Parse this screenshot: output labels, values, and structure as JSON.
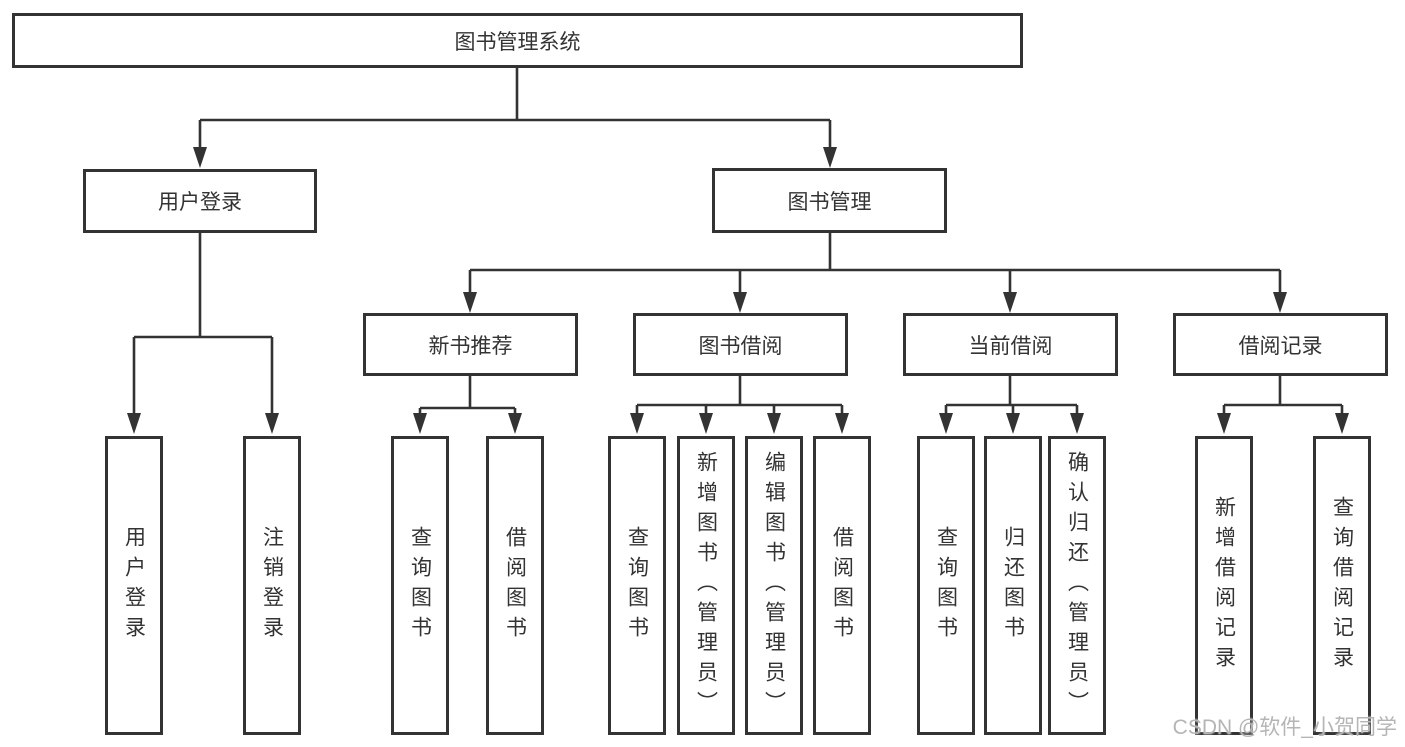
{
  "diagram": {
    "type": "hierarchy-tree",
    "watermark": "CSDN @软件_小贺同学",
    "colors": {
      "line_color": "#333333",
      "box_background": "#ffffff",
      "text_color": "#333333",
      "watermark_color": "#b5b5b5",
      "page_background": "#ffffff"
    },
    "root": {
      "label": "图书管理系统"
    },
    "level2": [
      {
        "label": "用户登录"
      },
      {
        "label": "图书管理"
      }
    ],
    "level3": [
      {
        "label": "新书推荐",
        "parent": "图书管理"
      },
      {
        "label": "图书借阅",
        "parent": "图书管理"
      },
      {
        "label": "当前借阅",
        "parent": "图书管理"
      },
      {
        "label": "借阅记录",
        "parent": "图书管理"
      }
    ],
    "leaves": [
      {
        "label": "用户登录",
        "parent": "用户登录"
      },
      {
        "label": "注销登录",
        "parent": "用户登录"
      },
      {
        "label": "查询图书",
        "parent": "新书推荐"
      },
      {
        "label": "借阅图书",
        "parent": "新书推荐"
      },
      {
        "label": "查询图书",
        "parent": "图书借阅"
      },
      {
        "label": "新增图书（管理员）",
        "parent": "图书借阅"
      },
      {
        "label": "编辑图书（管理员）",
        "parent": "图书借阅"
      },
      {
        "label": "借阅图书",
        "parent": "图书借阅"
      },
      {
        "label": "查询图书",
        "parent": "当前借阅"
      },
      {
        "label": "归还图书",
        "parent": "当前借阅"
      },
      {
        "label": "确认归还（管理员）",
        "parent": "当前借阅"
      },
      {
        "label": "新增借阅记录",
        "parent": "借阅记录"
      },
      {
        "label": "查询借阅记录",
        "parent": "借阅记录"
      }
    ]
  }
}
